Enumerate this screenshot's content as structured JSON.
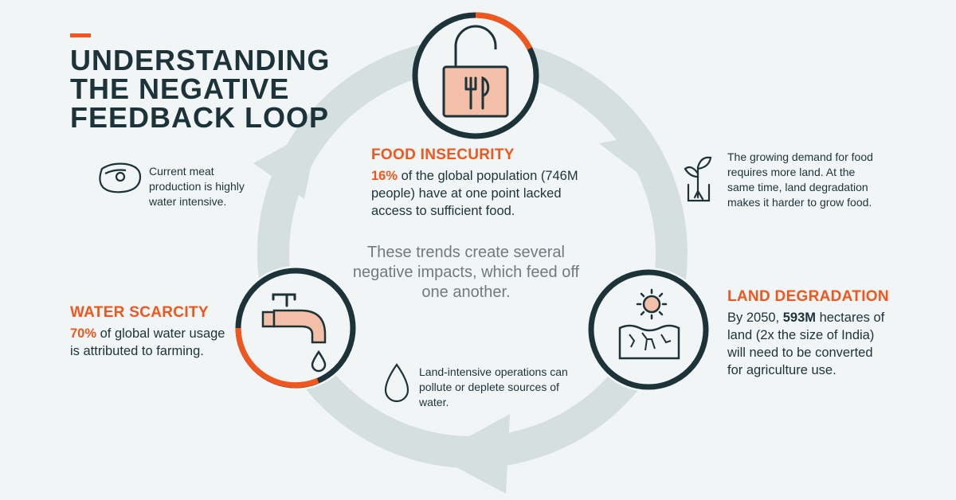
{
  "title": {
    "lines": [
      "UNDERSTANDING",
      "THE NEGATIVE",
      "FEEDBACK LOOP"
    ]
  },
  "center_note": "These trends create several negative impacts, which feed off one another.",
  "food_insecurity": {
    "heading": "FOOD INSECURITY",
    "highlight": "16%",
    "text": " of the global population (746M people) have at one point lacked access to sufficient food."
  },
  "land_degradation": {
    "heading": "LAND DEGRADATION",
    "prefix": "By 2050, ",
    "highlight": "593M",
    "text": " hectares of land (2x the size of India) will need to be converted for agriculture use."
  },
  "water_scarcity": {
    "heading": "WATER SCARCITY",
    "highlight": "70%",
    "text": " of global water usage is attributed to farming."
  },
  "notes": {
    "meat": "Current meat production is highly water intensive.",
    "land_demand": "The growing demand for food requires more land. At the same time, land degradation makes it harder to grow food.",
    "land_intensive": "Land-intensive operations can pollute or deplete sources of water."
  },
  "colors": {
    "accent": "#f0561d",
    "dark": "#1c3339",
    "ring": "#d5dfe0",
    "icon_fill": "#f4bfa8",
    "background": "#f2f5f5"
  },
  "icons": [
    "meat-steak-icon",
    "sprout-plant-icon",
    "water-drop-icon",
    "padlock-utensils-icon",
    "sun-cracked-earth-icon",
    "water-faucet-icon"
  ]
}
